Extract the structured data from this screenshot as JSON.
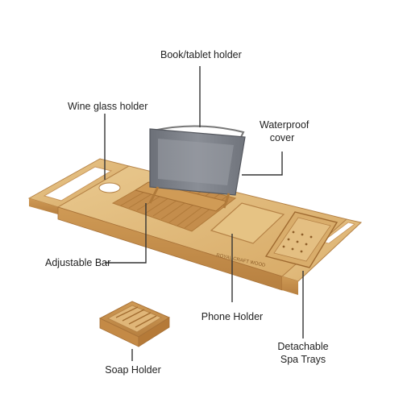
{
  "labels": {
    "book_holder": "Book/tablet holder",
    "wine_holder": "Wine glass holder",
    "waterproof_line1": "Waterproof",
    "waterproof_line2": "cover",
    "adjustable_bar": "Adjustable Bar",
    "phone_holder": "Phone Holder",
    "spa_line1": "Detachable",
    "spa_line2": "Spa Trays",
    "soap_holder": "Soap Holder"
  },
  "brand_mark": "ROYAL CRAFT WOOD",
  "colors": {
    "bamboo_light": "#e3bd7e",
    "bamboo_mid": "#d4a25e",
    "bamboo_dark": "#b07a3a",
    "cover_gray": "#7d8088",
    "cover_gray_dark": "#5f636b",
    "pointer_line": "#333333",
    "background": "#ffffff"
  }
}
